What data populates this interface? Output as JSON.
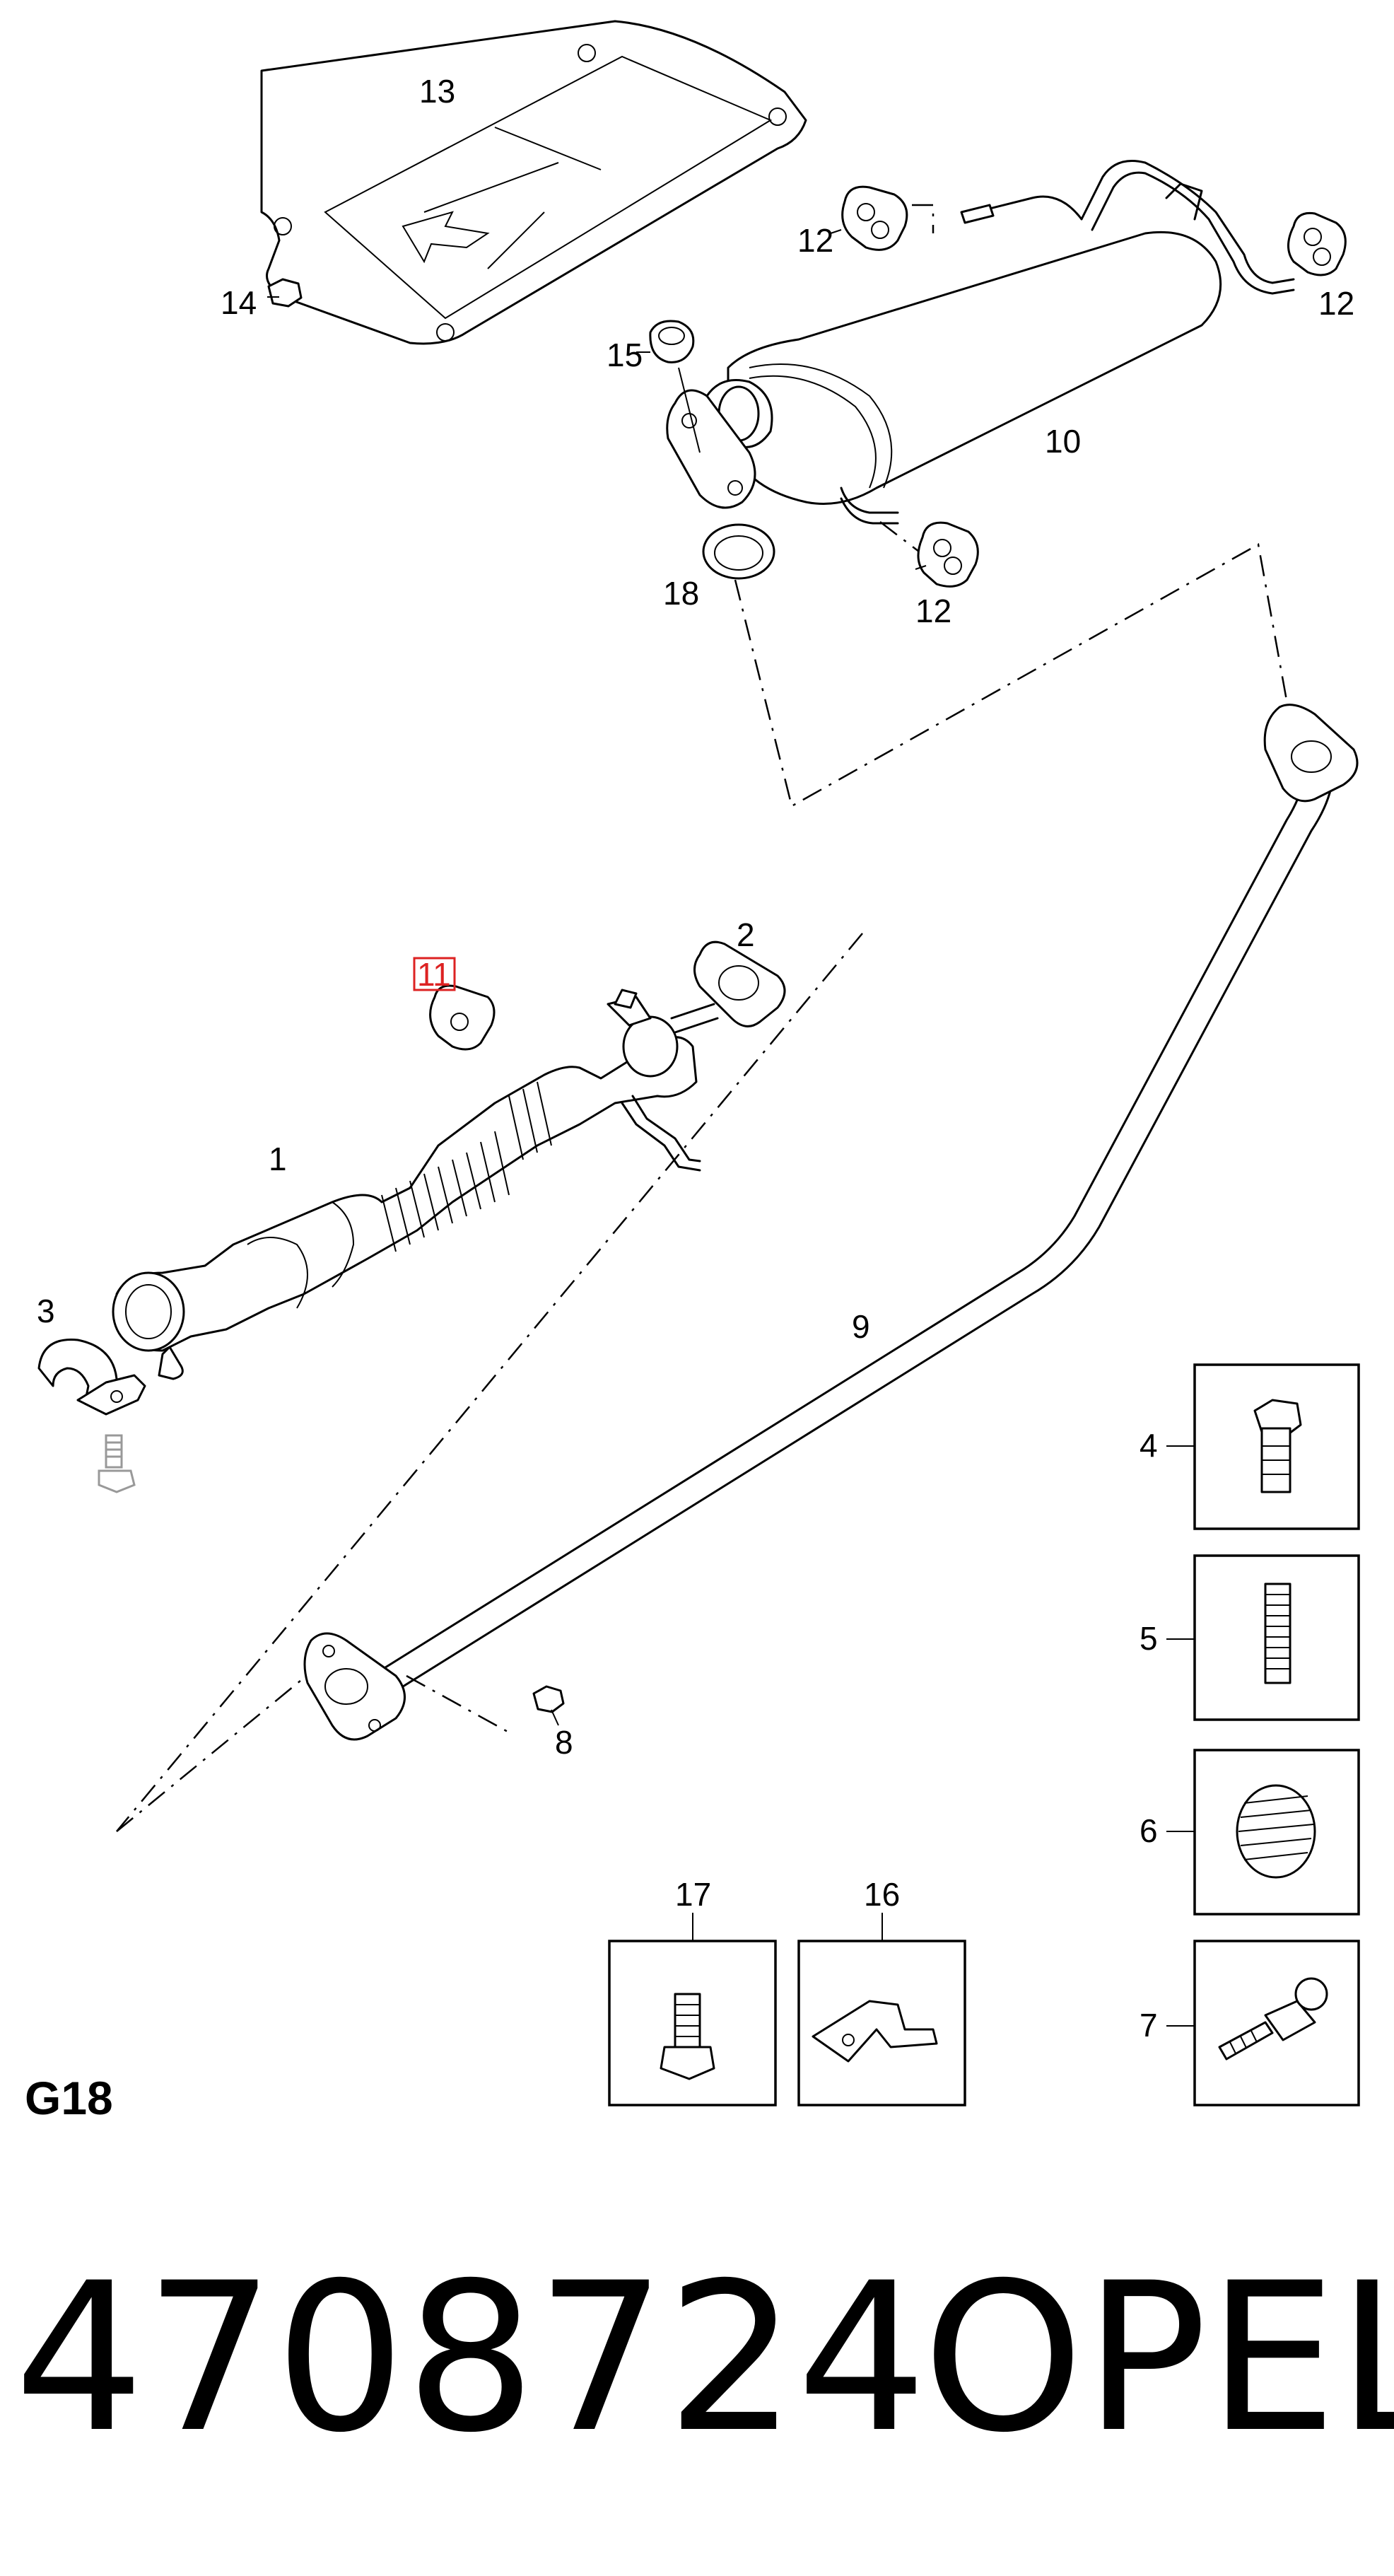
{
  "labels": {
    "p1": "1",
    "p2": "2",
    "p3": "3",
    "p4": "4",
    "p5": "5",
    "p6": "6",
    "p7": "7",
    "p8": "8",
    "p9": "9",
    "p10": "10",
    "p11": "11",
    "p12a": "12",
    "p12b": "12",
    "p12c": "12",
    "p13": "13",
    "p14": "14",
    "p15": "15",
    "p16": "16",
    "p17": "17",
    "p18": "18"
  },
  "engine_code": "G18",
  "part_number": "4708724",
  "brand": "OPEL",
  "highlight_color": "#d22222"
}
